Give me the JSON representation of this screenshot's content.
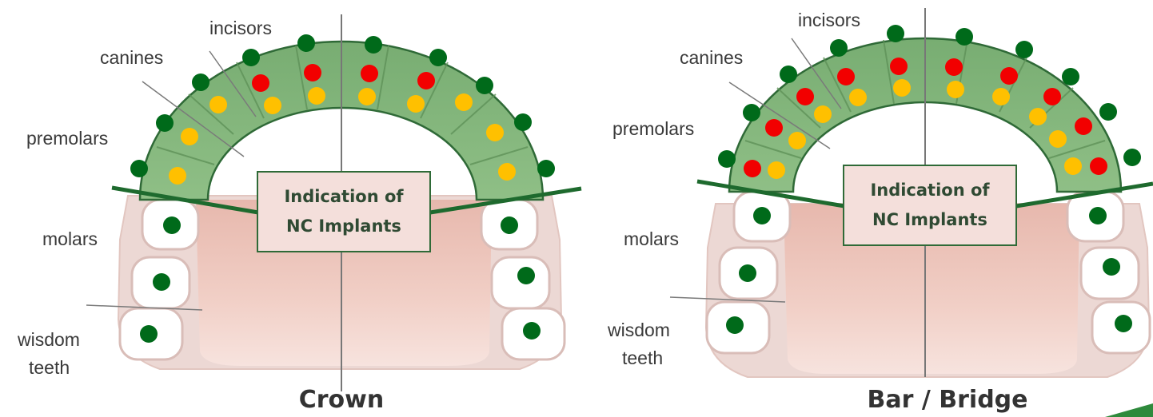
{
  "colors": {
    "natural_tooth_dot": "#006a1a",
    "red_dot": "#f20000",
    "yellow_dot": "#ffc000",
    "arch_fill": "#7fb27a",
    "indication_line": "#1e6a2e"
  },
  "diagrams": [
    {
      "caption": "Crown",
      "labels": {
        "incisors": "incisors",
        "canines": "canines",
        "premolars": "premolars",
        "molars": "molars",
        "wisdom_line1": "wisdom",
        "wisdom_line2": "teeth"
      },
      "box_line1": "Indication of",
      "box_line2": "NC Implants"
    },
    {
      "caption": "Bar / Bridge",
      "labels": {
        "incisors": "incisors",
        "canines": "canines",
        "premolars": "premolars",
        "molars": "molars",
        "wisdom_line1": "wisdom",
        "wisdom_line2": "teeth"
      },
      "box_line1": "Indication of",
      "box_line2": "NC Implants"
    }
  ]
}
